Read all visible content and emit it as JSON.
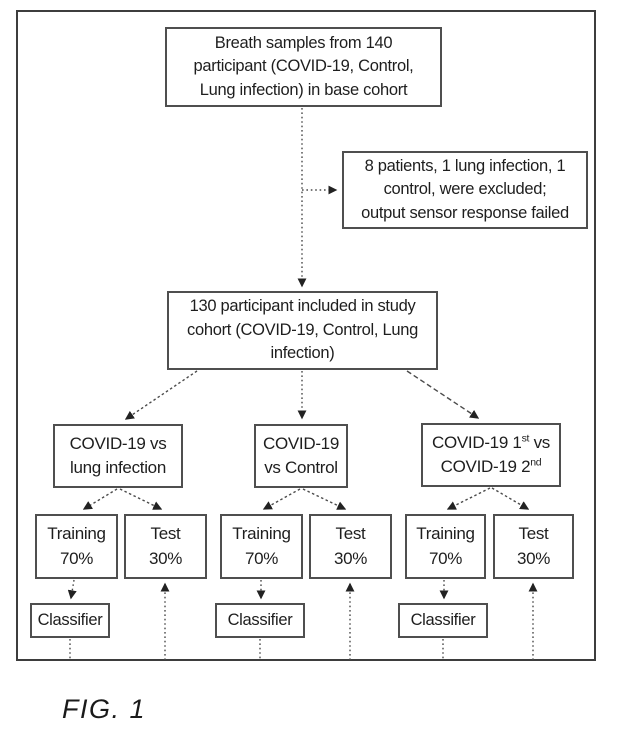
{
  "figure": {
    "label": "FIG. 1"
  },
  "flowchart": {
    "top_box": {
      "lines": [
        "Breath samples from 140",
        "participant (COVID-19, Control,",
        "Lung infection) in base cohort"
      ]
    },
    "excluded_box": {
      "lines": [
        "8 patients, 1 lung infection, 1",
        "control, were excluded;",
        "output sensor response failed"
      ]
    },
    "cohort_box": {
      "lines": [
        "130 participant included in study",
        "cohort (COVID-19, Control, Lung",
        "infection)"
      ]
    },
    "branches": [
      {
        "lines": [
          "COVID-19 vs",
          "lung infection"
        ]
      },
      {
        "lines": [
          "COVID-19",
          "vs Control"
        ]
      },
      {
        "line1_base": "COVID-19 1",
        "line1_sup": "st",
        "line1_rest": " vs",
        "line2_base": "COVID-19 2",
        "line2_sup": "nd"
      }
    ],
    "training_label": {
      "line1": "Training",
      "line2": "70%"
    },
    "test_label": {
      "line1": "Test",
      "line2": "30%"
    },
    "classifier_label": "Classifier"
  },
  "colors": {
    "line": "#4a4a4a",
    "arrowhead": "#222222",
    "text": "#1e1e1e",
    "background": "#ffffff"
  }
}
